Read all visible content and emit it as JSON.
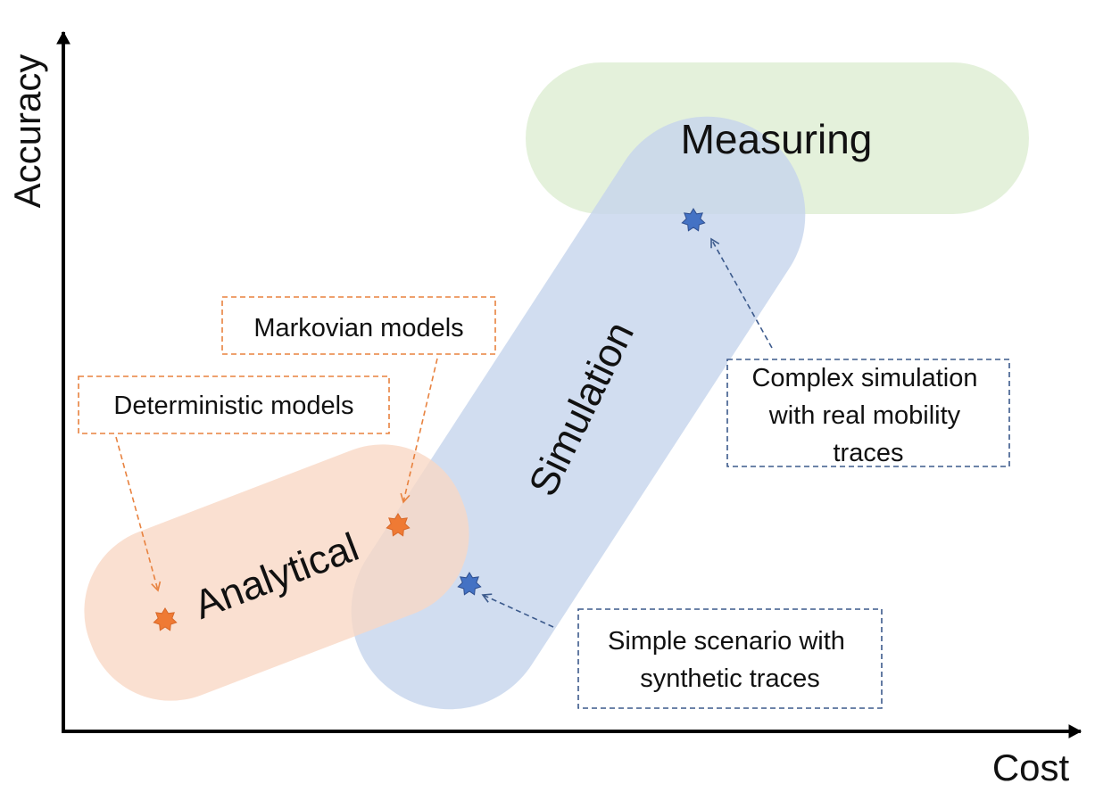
{
  "axes": {
    "x_label": "Cost",
    "y_label": "Accuracy"
  },
  "regions": {
    "measuring": {
      "label": "Measuring",
      "color": "#dfefd5"
    },
    "simulation": {
      "label": "Simulation",
      "color": "#c5d5ec"
    },
    "analytical": {
      "label": "Analytical",
      "color": "#f8d7c4"
    }
  },
  "callouts": {
    "deterministic": {
      "text": "Deterministic models",
      "color": "#e8823f"
    },
    "markovian": {
      "text": "Markovian models",
      "color": "#e8823f"
    },
    "complex_sim": {
      "lines": [
        "Complex simulation",
        "with real mobility",
        "traces"
      ],
      "color": "#3c5a8c"
    },
    "simple_sim": {
      "lines": [
        "Simple scenario with",
        "synthetic traces"
      ],
      "color": "#3c5a8c"
    }
  },
  "markers": {
    "orange": "#ef7a34",
    "blue": "#4472c4"
  }
}
